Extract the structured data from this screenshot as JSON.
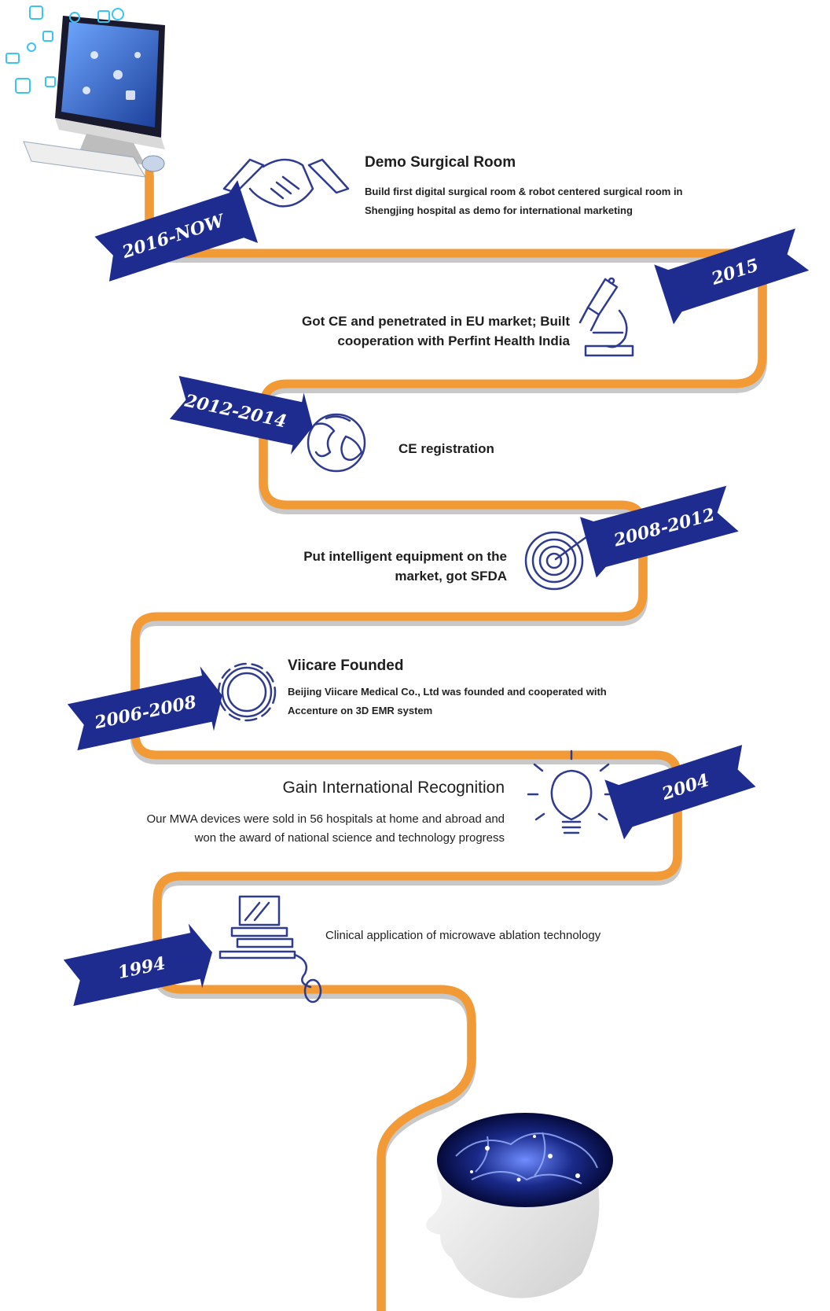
{
  "colors": {
    "path": "#f29a36",
    "path_shadow": "#9a9a9a",
    "ribbon": "#1e2b8f",
    "icon_stroke": "#2f3b8f",
    "text": "#1e1e1e"
  },
  "milestones": [
    {
      "year": "2016-NOW",
      "title": "Demo Surgical Room",
      "description": "Build first digital surgical room & robot centered surgical room in Shengjing hospital as demo for international marketing",
      "icon": "handshake-icon"
    },
    {
      "year": "2015",
      "title": "",
      "description": "Got CE and penetrated in EU market; Built cooperation with Perfint Health India",
      "icon": "microscope-icon"
    },
    {
      "year": "2012-2014",
      "title": "",
      "description": "CE registration",
      "icon": "globe-icon"
    },
    {
      "year": "2008-2012",
      "title": "",
      "description": "Put intelligent equipment on the market, got SFDA",
      "icon": "target-icon"
    },
    {
      "year": "2006-2008",
      "title": "Viicare Founded",
      "description": "Beijing Viicare Medical Co., Ltd was founded and cooperated with Accenture on 3D EMR system",
      "icon": "gear-icon"
    },
    {
      "year": "2004",
      "title": "Gain International Recognition",
      "description": "Our MWA devices were sold in 56 hospitals at home and abroad and won the award of national science and technology progress",
      "icon": "lightbulb-icon"
    },
    {
      "year": "1994",
      "title": "",
      "description": "Clinical application of microwave ablation technology",
      "icon": "computer-icon"
    }
  ]
}
